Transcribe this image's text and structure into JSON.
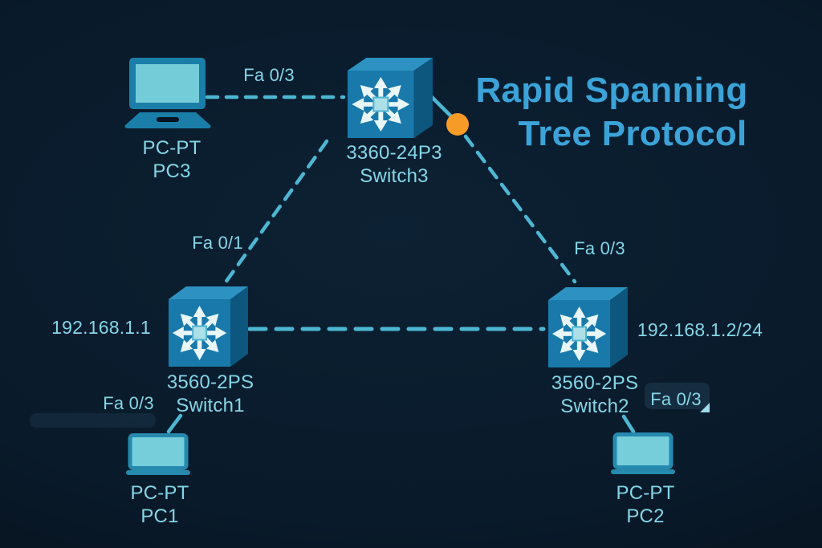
{
  "title": {
    "line1": "Rapid Spanning",
    "line2": "Tree Protocol"
  },
  "devices": {
    "pc3": {
      "model": "PC-PT",
      "name": "PC3"
    },
    "switch3": {
      "model": "3360-24P3",
      "name": "Switch3"
    },
    "switch1": {
      "model": "3560-2PS",
      "name": "Switch1"
    },
    "switch2": {
      "model": "3560-2PS",
      "name": "Switch2"
    },
    "pc1": {
      "model": "PC-PT",
      "name": "PC1"
    },
    "pc2": {
      "model": "PC-PT",
      "name": "PC2"
    }
  },
  "links": {
    "pc3_switch3": {
      "label": "Fa 0/3"
    },
    "switch3_switch1": {
      "label": "Fa 0/1"
    },
    "switch3_switch2": {
      "label": "Fa 0/3"
    },
    "switch1_pc1": {
      "label": "Fa 0/3"
    },
    "switch2_pc2": {
      "label": "Fa 0/3"
    }
  },
  "ip_labels": {
    "switch1": "192.168.1.1",
    "switch2": "192.168.1.2/24"
  },
  "icons": {
    "switch": "multilayer-switch-cube-icon",
    "pc": "laptop-icon",
    "indicator": "orange-status-dot"
  },
  "colors": {
    "background": "#081726",
    "title_text": "#3ba3d8",
    "label_text": "#84d6e6",
    "link_line": "#4db7d3",
    "status_dot": "#f79b28",
    "cube_top": "#2d92c1",
    "cube_front": "#1979aa",
    "cube_side": "#0d567e",
    "laptop_body": "#1b7ea9",
    "laptop_screen": "#74ccd9"
  }
}
